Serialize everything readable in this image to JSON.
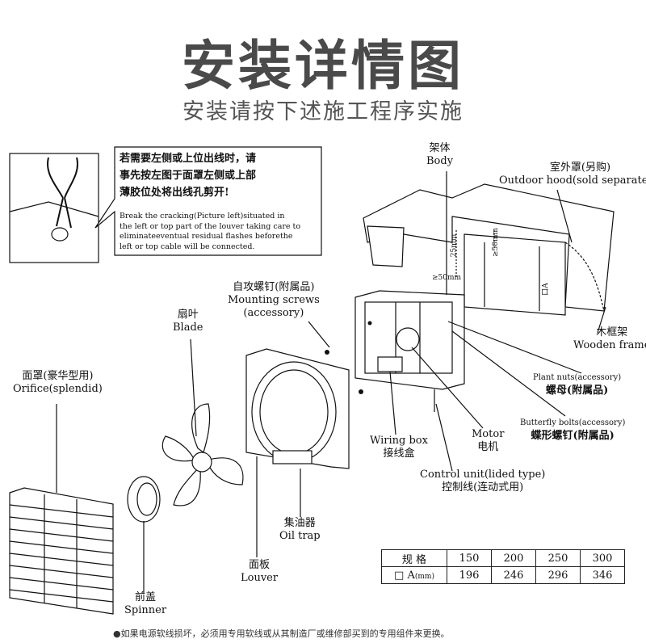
{
  "header": {
    "title": "安装详情图",
    "subtitle": "安装请按下述施工程序实施"
  },
  "note": {
    "cn_line1": "若需要左侧或上位出线时，请",
    "cn_line2": "事先按左图于面罩左侧或上部",
    "cn_line3": "薄胶位处将出线孔剪开!",
    "en_line1": "Break the cracking(Picture left)situated in",
    "en_line2": "the left or top part of the louver taking care to",
    "en_line3": "eliminateeventual residual flashes beforethe",
    "en_line4": "left or top cable will be connected."
  },
  "labels": {
    "body_cn": "架体",
    "body_en": "Body",
    "hood_cn": "室外罩(另购)",
    "hood_en": "Outdoor hood(sold separately)",
    "screws_cn": "自攻螺钉(附属品)",
    "screws_en1": "Mounting screws",
    "screws_en2": "(accessory)",
    "blade_cn": "扇叶",
    "blade_en": "Blade",
    "orifice_cn": "面罩(豪华型用)",
    "orifice_en": "Orifice(splendid)",
    "frame_cn": "木框架",
    "frame_en": "Wooden frame",
    "nuts_en": "Plant nuts(accessory)",
    "nuts_cn": "螺母(附属品)",
    "bolts_en": "Butterfly bolts(accessory)",
    "bolts_cn": "蝶形螺钉(附属品)",
    "motor_en": "Motor",
    "motor_cn": "电机",
    "wiring_en": "Wiring box",
    "wiring_cn": "接线盒",
    "control_en": "Control unit(lided type)",
    "control_cn": "控制线(连动式用)",
    "oil_cn": "集油器",
    "oil_en": "Oil trap",
    "louver_cn": "面板",
    "louver_en": "Louver",
    "spinner_cn": "前盖",
    "spinner_en": "Spinner",
    "dim_50a": "≥50mm",
    "dim_50b": "≥50mm",
    "dim_25": "25mm",
    "dim_a": "口A"
  },
  "spec_table": {
    "header_label": "规  格",
    "sizes": [
      "150",
      "200",
      "250",
      "300"
    ],
    "row_label": "□ A",
    "row_unit": "(mm)",
    "values": [
      "196",
      "246",
      "296",
      "346"
    ]
  },
  "footer": "●如果电源软线损坏，必须用专用软线或从其制造厂或维修部买到的专用组件来更换。"
}
